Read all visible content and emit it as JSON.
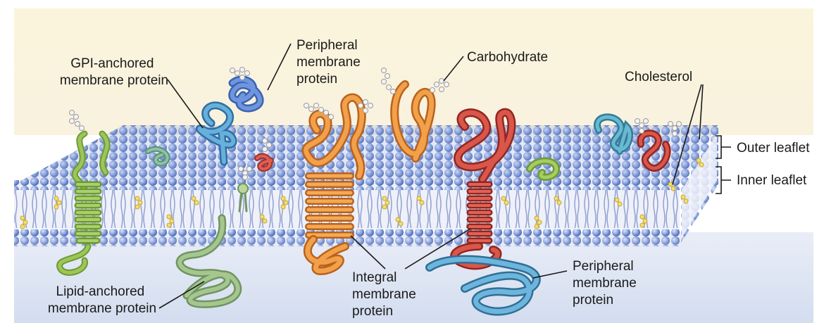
{
  "labels": {
    "gpi_anchored": [
      "GPI-anchored",
      "membrane protein"
    ],
    "peripheral_top": [
      "Peripheral",
      "membrane",
      "protein"
    ],
    "carbohydrate": "Carbohydrate",
    "cholesterol": "Cholesterol",
    "outer_leaflet": "Outer leaflet",
    "inner_leaflet": "Inner leaflet",
    "lipid_anchored": [
      "Lipid-anchored",
      "membrane protein"
    ],
    "integral": [
      "Integral",
      "membrane",
      "protein"
    ],
    "peripheral_bottom": [
      "Peripheral",
      "membrane",
      "protein"
    ]
  },
  "colors": {
    "extracellular": "#fbf3d6",
    "cytoplasm": "#dde5f2",
    "phospholipid_head": "#7f9ad8",
    "phospholipid_tail": "#6f83c0",
    "cholesterol": "#f3df6c",
    "gpi_protein": "#4c86c6",
    "peripheral_top_protein": "#4d84c8",
    "integral_orange": "#e58c2f",
    "integral_red": "#c9443a",
    "lipid_anchored_green": "#8cb24a",
    "bottom_green": "#8fb27a",
    "bottom_blue_peripheral": "#5aa2c7",
    "carbohydrate": "#e8e8e8"
  }
}
